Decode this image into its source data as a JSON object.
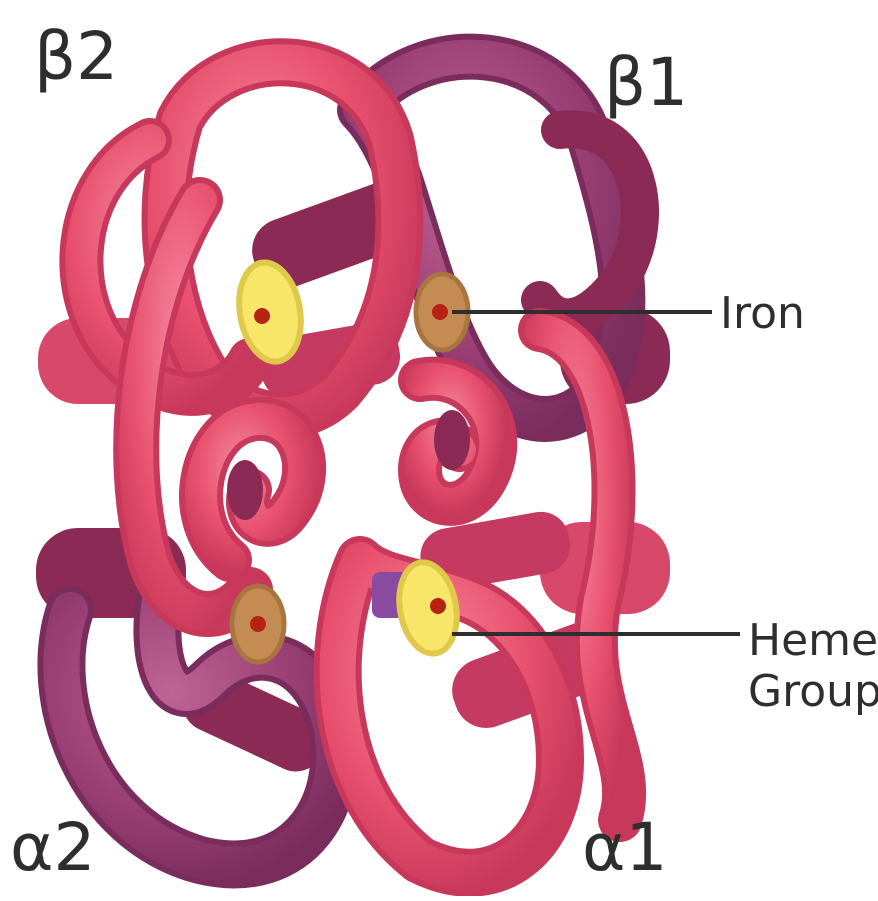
{
  "subunits": {
    "beta2": "β2",
    "beta1": "β1",
    "alpha2": "α2",
    "alpha1": "α1"
  },
  "callouts": {
    "iron": "Iron",
    "heme_line1": "Heme",
    "heme_line2": "Group"
  },
  "colors": {
    "alpha_chain": "#e8506e",
    "beta_chain": "#9a3f74",
    "helix_dark": "#8a2a55",
    "helix_mid": "#c53a62",
    "heme_disc": "#f7e66a",
    "heme_disc_dark": "#c48c52",
    "iron": "#b72312",
    "label_text": "#2e2e2e"
  }
}
